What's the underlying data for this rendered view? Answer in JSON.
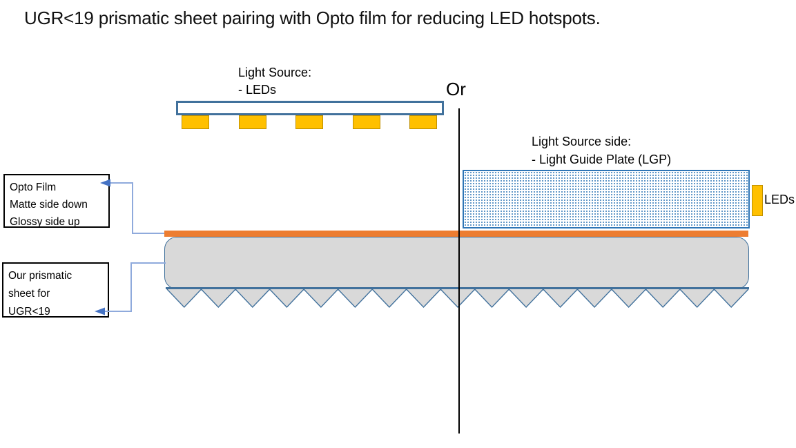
{
  "title": "UGR<19 prismatic sheet pairing with Opto film for reducing LED hotspots.",
  "left_option": {
    "label_lines": [
      "Light Source:",
      "- LEDs"
    ],
    "led_count": 5
  },
  "divider": {
    "or_label": "Or"
  },
  "right_option": {
    "label_lines": [
      "Light Source side:",
      "- Light Guide Plate (LGP)"
    ],
    "leds_label": "LEDs"
  },
  "annotations": {
    "opto_film_box": {
      "lines": [
        "Opto Film",
        "Matte side down",
        "Glossy side up"
      ]
    },
    "prismatic_box": {
      "lines": [
        "Our prismatic",
        "sheet for",
        "UGR<19"
      ]
    }
  },
  "diagram": {
    "prism_tooth_count": 17
  },
  "colors": {
    "led_yellow": "#FFC000",
    "led_border": "#BF9000",
    "film_orange": "#ED7D31",
    "sheet_gray": "#D9D9D9",
    "outline_blue": "#41719C",
    "lgp_dot_blue": "#2E75B6",
    "connector_blue": "#8FAADC",
    "arrow_blue": "#4472C4",
    "divider_black": "#000000"
  }
}
